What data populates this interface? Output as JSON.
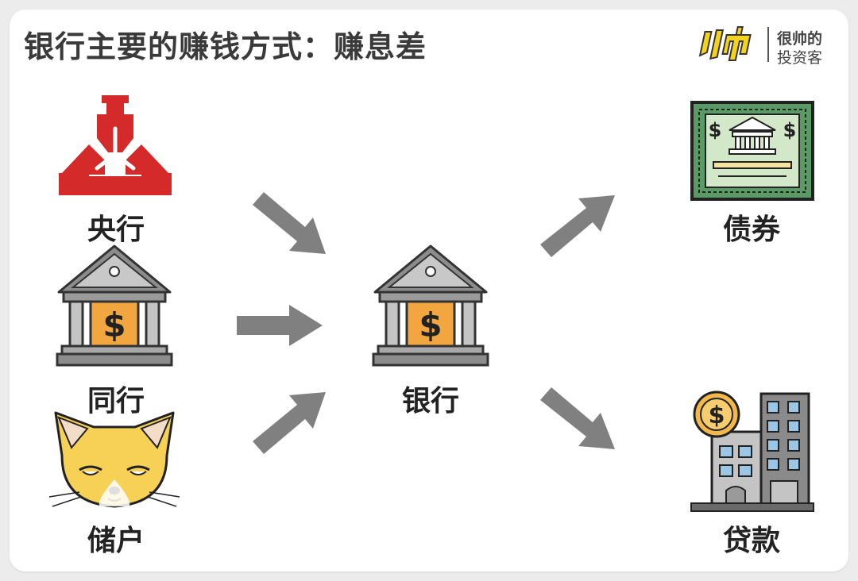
{
  "title": "银行主要的赚钱方式：赚息差",
  "brand": {
    "logo_text": "帅",
    "line1": "很帅的",
    "line2": "投资客"
  },
  "nodes": {
    "central_bank": {
      "label": "央行",
      "icon": "central-bank-logo-icon"
    },
    "interbank": {
      "label": "同行",
      "icon": "bank-building-icon"
    },
    "depositors": {
      "label": "储户",
      "icon": "fox-face-icon"
    },
    "bank": {
      "label": "银行",
      "icon": "bank-building-icon"
    },
    "bonds": {
      "label": "债券",
      "icon": "bond-certificate-icon"
    },
    "loans": {
      "label": "贷款",
      "icon": "company-building-loan-icon"
    }
  },
  "edges": [
    {
      "from": "央行",
      "to": "银行"
    },
    {
      "from": "同行",
      "to": "银行"
    },
    {
      "from": "储户",
      "to": "银行"
    },
    {
      "from": "银行",
      "to": "债券"
    },
    {
      "from": "银行",
      "to": "贷款"
    }
  ],
  "colors": {
    "arrow": "#808080",
    "central_bank_red": "#d42a2a",
    "bank_gold": "#f2a640",
    "bond_green": "#5a9a64",
    "fox_yellow": "#f7d155",
    "brand_yellow": "#f5d21b"
  }
}
